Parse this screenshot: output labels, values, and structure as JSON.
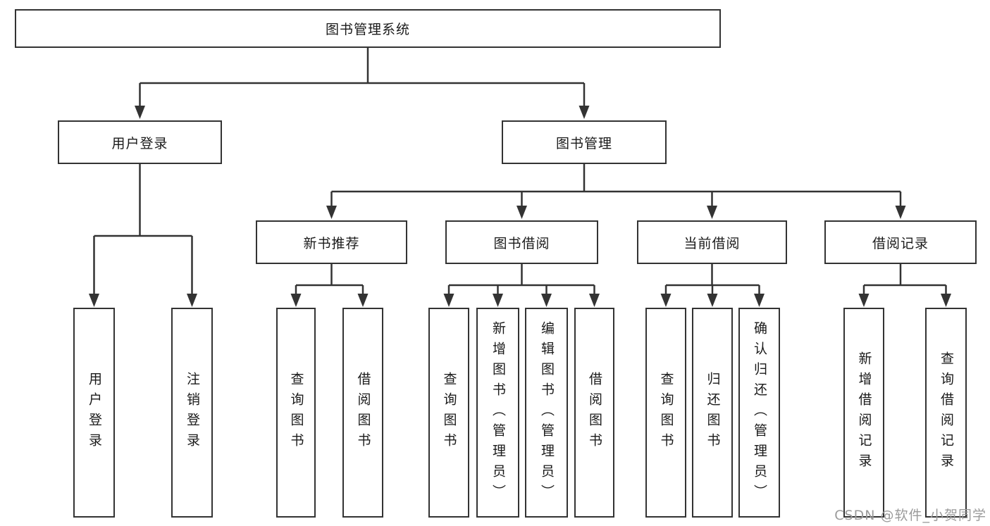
{
  "nodes": {
    "root": "图书管理系统",
    "user_login": "用户登录",
    "book_management": "图书管理",
    "new_book_recommend": "新书推荐",
    "book_borrow": "图书借阅",
    "current_borrow": "当前借阅",
    "borrow_records": "借阅记录",
    "leaf_user_login": "用户登录",
    "leaf_logout": "注销登录",
    "leaf_query_book_recommend": "查询图书",
    "leaf_borrow_book_recommend": "借阅图书",
    "leaf_query_book_borrow": "查询图书",
    "leaf_add_book_admin": "新增图书（管理员）",
    "leaf_edit_book_admin": "编辑图书（管理员）",
    "leaf_borrow_book_borrow": "借阅图书",
    "leaf_query_book_current": "查询图书",
    "leaf_return_book": "归还图书",
    "leaf_confirm_return_admin": "确认归还（管理员）",
    "leaf_add_borrow_record": "新增借阅记录",
    "leaf_query_borrow_record": "查询借阅记录"
  },
  "watermark": {
    "text": "CSDN @软件_小贺同学"
  },
  "colors": {
    "line": "#333333",
    "box_background": "#ffffff",
    "text": "#1a1a1a",
    "watermark": "#9b9b9b"
  }
}
